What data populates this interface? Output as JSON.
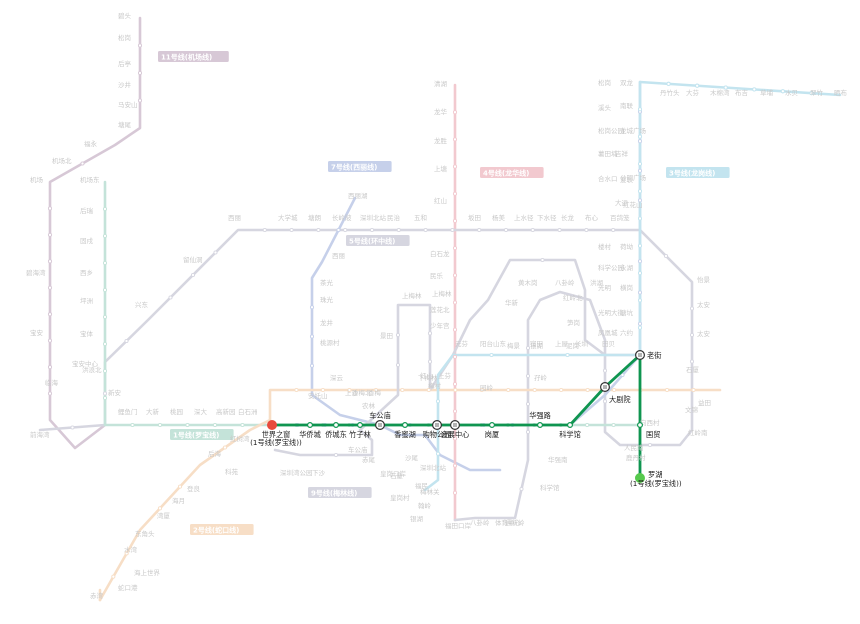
{
  "colors": {
    "active_line": "#0f9550",
    "start_marker": "#e84a3c",
    "end_marker": "#56c94d",
    "dim_text": "#c9c9c9",
    "line_11": "#d7c8d6",
    "line_7": "#c6d0ea",
    "line_4": "#f2c9cf",
    "line_1": "#c4e3d9",
    "line_2": "#f7dec6",
    "line_3": "#c7d2ea",
    "line_5": "#d6d6e0",
    "line_9": "#d6d6e0",
    "line_6": "#c3e4ef"
  },
  "line_badges": {
    "line_11": "11号线(机场线)",
    "line_7": "7号线(西丽线)",
    "line_4": "4号线(龙华线)",
    "line_5": "5号线(环中线)",
    "line_3": "3号线(龙岗线)",
    "line_1": "1号线(罗宝线)",
    "line_9": "9号线(梅林线)",
    "line_2": "2号线(蛇口线)"
  },
  "route": {
    "start": "世界之窗",
    "start_sub": "(1号线(罗宝线))",
    "end": "罗湖",
    "end_sub": "(1号线(罗宝线))",
    "stations": [
      "华侨城",
      "侨城东",
      "竹子林",
      "车公庙",
      "香蜜湖",
      "购物公园",
      "会展中心",
      "岗厦",
      "华强路",
      "科学馆",
      "大剧院",
      "老街",
      "国贸"
    ]
  },
  "background_stations": {
    "line_11": [
      "碧头",
      "松岗",
      "后亭",
      "沙井",
      "马安山",
      "塘尾",
      "福永",
      "机场北",
      "机场",
      "碧海湾",
      "宝安"
    ],
    "line_7": [
      "西丽湖",
      "西丽",
      "茶光",
      "珠光",
      "龙井",
      "桃源村",
      "深云",
      "安托山",
      "农林",
      "上沙",
      "沙尾",
      "石厦",
      "皇岗村",
      "福民",
      "皇岗口岸",
      "赤尾",
      "华强南",
      "华新",
      "黄木岗",
      "八卦岭",
      "红岭北",
      "笋岗",
      "洪湖",
      "田贝",
      "太安"
    ],
    "line_4": [
      "清湖",
      "龙华",
      "龙胜",
      "上塘",
      "红山",
      "白石龙",
      "民乐",
      "上梅林",
      "莲花北",
      "少年宫",
      "福田口岸"
    ],
    "line_5": [
      "前海湾",
      "临海",
      "洪浪北",
      "兴东",
      "留仙洞",
      "西丽",
      "大学城",
      "塘朗",
      "长岭陂",
      "深圳北站",
      "民治",
      "五和",
      "坂田",
      "杨美",
      "上水径",
      "下水径",
      "长龙",
      "布心",
      "百鸽笼",
      "怡景",
      "太安"
    ],
    "line_1": [
      "机场东",
      "后瑞",
      "固戍",
      "西乡",
      "坪洲",
      "宝体",
      "宝安中心",
      "新安",
      "鲤鱼门",
      "大新",
      "桃园",
      "深大",
      "高新园",
      "白石洲"
    ],
    "line_2": [
      "赤湾",
      "蛇口港",
      "海上世界",
      "水湾",
      "东角头",
      "湾厦",
      "海月",
      "登良",
      "后海",
      "科苑",
      "红树湾"
    ],
    "line_3": [
      "双龙",
      "南联",
      "龙城广场",
      "吉祥",
      "爱联",
      "大运",
      "荷坳",
      "永湖",
      "横岗",
      "塘坑",
      "六约",
      "丹竹头",
      "大芬",
      "木棉湾",
      "布吉",
      "草埔",
      "水贝",
      "翠竹",
      "晒布",
      "益田",
      "石厦"
    ],
    "line_9": [
      "文锦",
      "红岭南",
      "鹿丹村",
      "人民南",
      "向西村",
      "园岭",
      "银湖",
      "泥岗",
      "孖岭",
      "梅景",
      "下梅林",
      "梅村",
      "上梅林",
      "景田",
      "香梅",
      "香梅北",
      "车公庙",
      "下沙",
      "深圳湾公园"
    ],
    "line_6": [
      "松岗",
      "溪头",
      "松岗公园",
      "薯田埔",
      "合水口",
      "公明广场",
      "红花山",
      "楼村",
      "科学公园",
      "光明",
      "光明大街",
      "凤凰城",
      "长圳",
      "上屋",
      "官田",
      "阳台山东",
      "元芬",
      "上芬",
      "红山",
      "深圳北站",
      "梅林关",
      "翰岭",
      "银湖",
      "八卦岭",
      "体育中心",
      "通新岭",
      "科学馆"
    ]
  }
}
